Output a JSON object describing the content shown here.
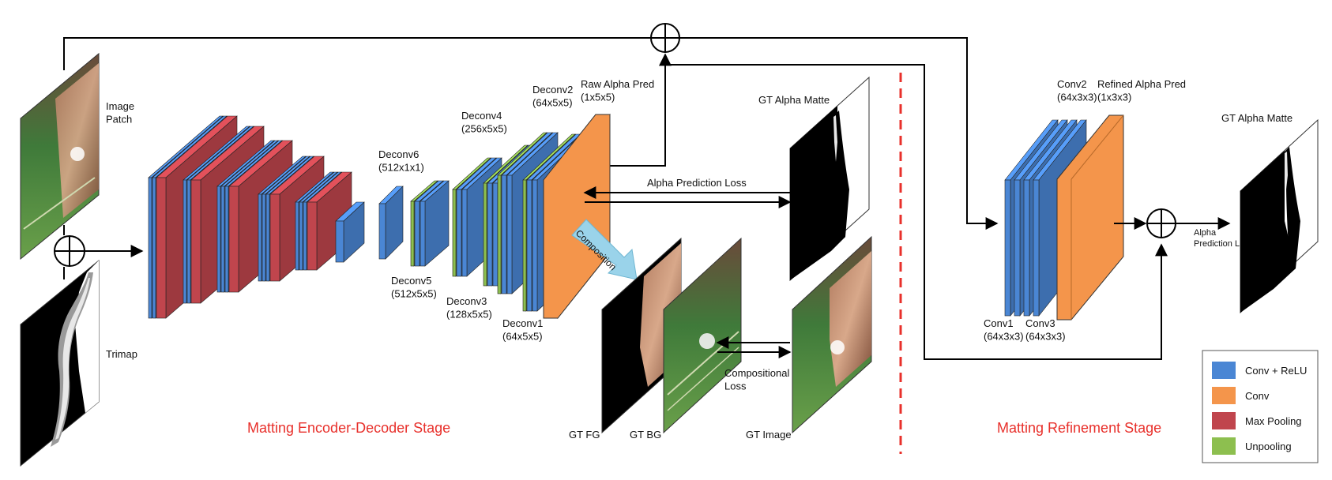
{
  "colors": {
    "conv_relu": "#4a86d4",
    "conv": "#f4954b",
    "max_pooling": "#c0454d",
    "unpooling": "#8dbf4f",
    "stage_title": "#e8302b",
    "divider": "#e8302b",
    "arrow": "#000000",
    "callout": "#9ad3ea"
  },
  "inputs": {
    "image_patch": "Image\nPatch",
    "trimap": "Trimap"
  },
  "encoder_decoder": {
    "deconv6": "Deconv6\n(512x1x1)",
    "deconv5": "Deconv5\n(512x5x5)",
    "deconv4": "Deconv4\n(256x5x5)",
    "deconv3": "Deconv3\n(128x5x5)",
    "deconv2": "Deconv2\n(64x5x5)",
    "deconv1": "Deconv1\n(64x5x5)",
    "raw_alpha": "Raw Alpha Pred\n(1x5x5)",
    "gt_alpha_matte": "GT Alpha Matte",
    "alpha_prediction_loss": "Alpha Prediction Loss",
    "composition": "Composition",
    "compositional_loss": "Compositional\nLoss",
    "gt_fg": "GT FG",
    "gt_bg": "GT BG",
    "gt_image": "GT Image",
    "stage_title": "Matting Encoder-Decoder Stage"
  },
  "refinement": {
    "conv1": "Conv1\n(64x3x3)",
    "conv2": "Conv2\n(64x3x3)",
    "conv3": "Conv3\n(64x3x3)",
    "refined_alpha": "Refined Alpha Pred\n(1x3x3)",
    "gt_alpha_matte": "GT Alpha Matte",
    "alpha_prediction_loss": "Alpha\nPrediction Loss",
    "stage_title": "Matting Refinement Stage"
  },
  "legend": {
    "items": [
      {
        "label": "Conv + ReLU",
        "color": "#4a86d4"
      },
      {
        "label": "Conv",
        "color": "#f4954b"
      },
      {
        "label": "Max Pooling",
        "color": "#c0454d"
      },
      {
        "label": "Unpooling",
        "color": "#8dbf4f"
      }
    ]
  }
}
